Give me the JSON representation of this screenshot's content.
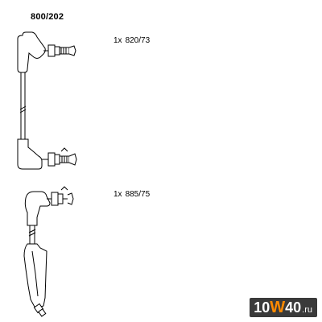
{
  "header": {
    "part_number": "800/202"
  },
  "items": [
    {
      "quantity": "1x",
      "code": "820/73"
    },
    {
      "quantity": "1x",
      "code": "885/75"
    }
  ],
  "watermark": {
    "mark_a": "10",
    "mark_b": "W",
    "mark_c": "40",
    "domain": ".ru",
    "colors": {
      "accent": "#ff8a00",
      "background": "#3a3a3a",
      "text": "#ffffff"
    }
  },
  "colors": {
    "line": "#000000",
    "background": "#ffffff"
  }
}
